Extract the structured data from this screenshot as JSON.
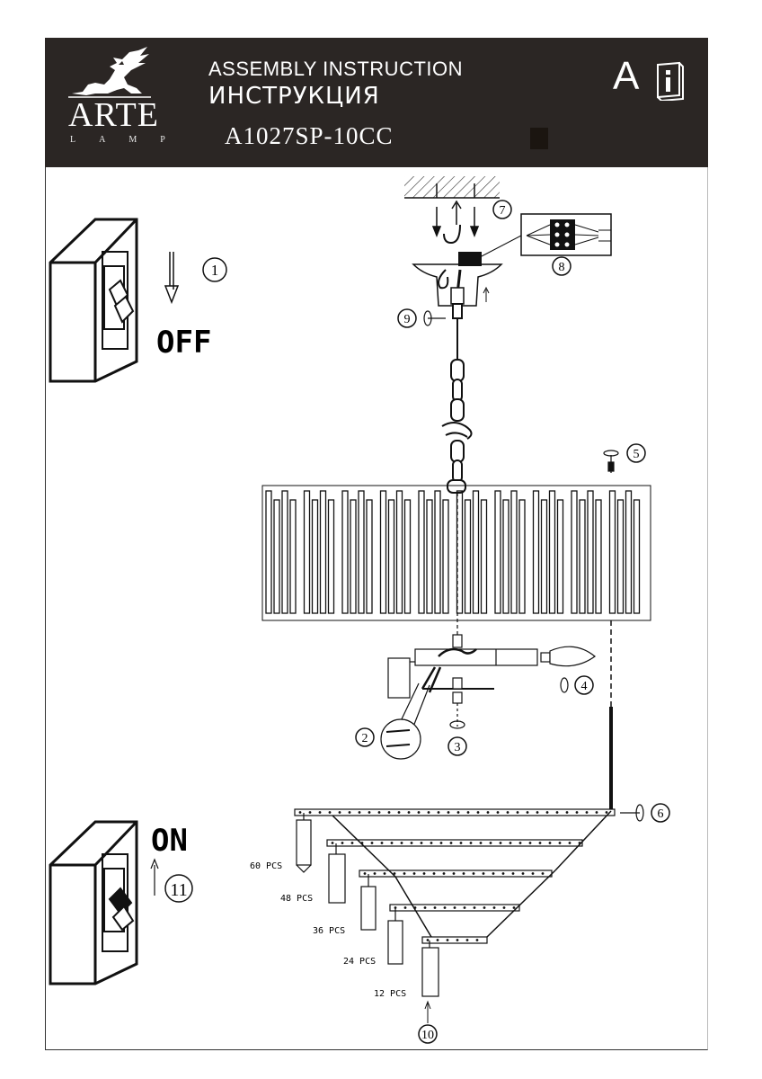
{
  "brand": {
    "word": "ARTE",
    "sub": "LAMP"
  },
  "header": {
    "title_en": "ASSEMBLY INSTRUCTION",
    "title_ru": "ИНСТРУКЦИЯ",
    "model": "A1027SP-10CC",
    "badge": "A",
    "info_icon": "info-book-icon"
  },
  "switch_off": {
    "label": "OFF",
    "step": "1"
  },
  "switch_on": {
    "label": "ON",
    "step": "11"
  },
  "steps": [
    "1",
    "2",
    "3",
    "4",
    "5",
    "6",
    "7",
    "8",
    "9",
    "10",
    "11"
  ],
  "crystals": [
    {
      "count": "60 PCS"
    },
    {
      "count": "48 PCS"
    },
    {
      "count": "36 PCS"
    },
    {
      "count": "24 PCS"
    },
    {
      "count": "12 PCS"
    }
  ],
  "colors": {
    "header_bg": "#2b2624",
    "ink": "#111111"
  }
}
